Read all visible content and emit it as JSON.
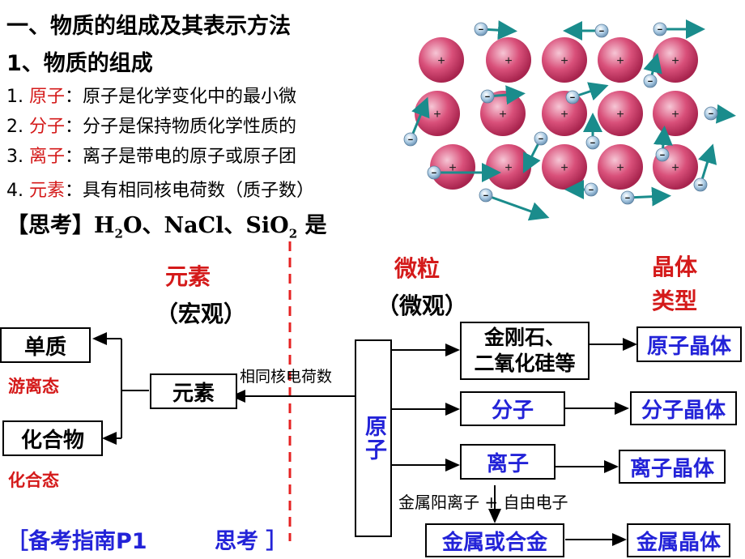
{
  "heading": {
    "title": "一、物质的组成及其表示方法",
    "subtitle": "1、物质的组成"
  },
  "items": [
    {
      "num": "1. ",
      "term": "原子",
      "text": "：原子是化学变化中的最小微"
    },
    {
      "num": "2. ",
      "term": "分子",
      "text": "：分子是保持物质化学性质的"
    },
    {
      "num": "3. ",
      "term": "离子",
      "text": "：离子是带电的原子或原子团"
    },
    {
      "num": "4. ",
      "term": "元素",
      "text": "：具有相同核电荷数（质子数）"
    }
  ],
  "think": {
    "prefix": "【思考】",
    "f1_a": "H",
    "f1_sub": "2",
    "f1_b": "O",
    "sep1": "、",
    "f2": "NaCl",
    "sep2": "、",
    "f3_a": "SiO",
    "f3_sub": "2",
    "suffix": " 是"
  },
  "lattice": {
    "cation_symbol": "+",
    "electron_symbol": "−",
    "cation_color": "#d9507a",
    "electron_color": "#8fb6d6",
    "arrow_color": "#1a8c8c"
  },
  "diagram": {
    "col_macro": "元素",
    "col_macro_sub": "（宏观）",
    "col_micro": "微粒",
    "col_micro_sub": "（微观）",
    "col_crystal_1": "晶体",
    "col_crystal_2": "类型",
    "simple_substance": "单质",
    "free_state": "游离态",
    "compound": "化合物",
    "combined_state": "化合态",
    "element_box": "元素",
    "same_nuclear_charge": "相同核电荷数",
    "atom_box": "原子",
    "diamond_1": "金刚石、",
    "diamond_2": "二氧化硅等",
    "molecule": "分子",
    "ion": "离子",
    "metal_ion_electron": "金属阳离子 +  自由电子",
    "metal_alloy": "金属或合金",
    "atomic_crystal": "原子晶体",
    "molecular_crystal": "分子晶体",
    "ionic_crystal": "离子晶体",
    "metallic_crystal": "金属晶体"
  },
  "footer": {
    "ref": "［备考指南P1",
    "think": "思考 ］"
  }
}
